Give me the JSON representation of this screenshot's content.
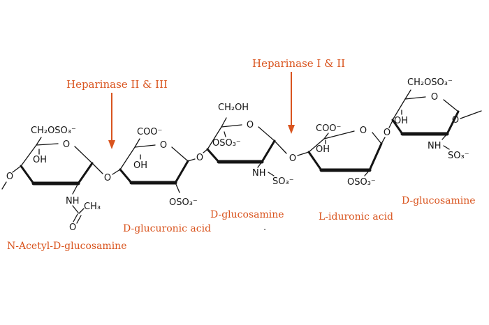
{
  "diagram": {
    "enzyme_sites": {
      "site1": "Heparinase II & III",
      "site2": "Heparinase I & II"
    },
    "residues": {
      "r1": "N-Acetyl-D-glucosamine",
      "r2": "D-glucuronic acid",
      "r3": "D-glucosamine",
      "r4": "L-iduronic acid",
      "r5": "D-glucosamine"
    },
    "groups": {
      "ring_oxygen": "O",
      "glycosidic_oxygen": "O",
      "methoxy_oxygen": "O",
      "carbonyl_oxygen": "O",
      "ch2oso3": "CH₂OSO₃⁻",
      "ch2oh": "CH₂OH",
      "coo": "COO⁻",
      "oso3": "OSO₃⁻",
      "oh": "OH",
      "nh": "NH",
      "so3": "SO₃⁻",
      "ch3": "CH₃"
    },
    "misc": {
      "period": "."
    },
    "colors": {
      "accent": "#d9541e",
      "structure": "#141414",
      "background": "#ffffff"
    }
  }
}
